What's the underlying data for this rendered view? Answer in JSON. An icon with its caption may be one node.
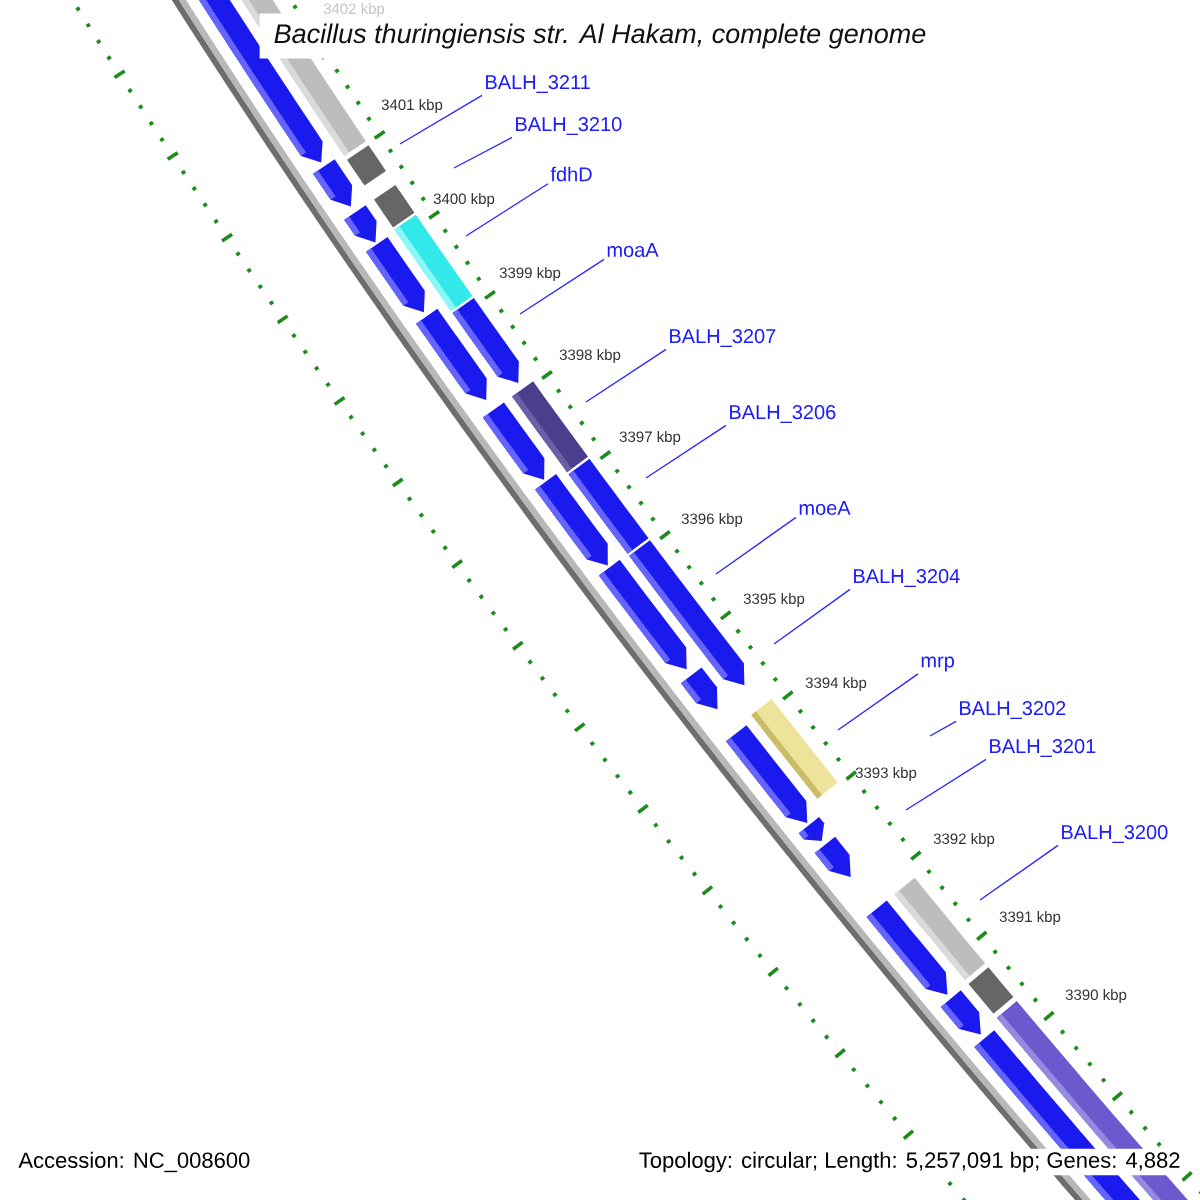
{
  "diagram": {
    "title": "Bacillus thuringiensis str. Al Hakam, complete genome",
    "nodes": [
      {
        "text": [
          "BALH_3211"
        ]
      },
      {
        "text": [
          "BALH_3210"
        ]
      },
      {
        "text": [
          "fdhD"
        ]
      },
      {
        "text": [
          "moaA"
        ]
      },
      {
        "text": [
          "BALH_3207"
        ]
      },
      {
        "text": [
          "BALH_3206"
        ]
      },
      {
        "text": [
          "moeA"
        ]
      },
      {
        "text": [
          "BALH_3204"
        ]
      },
      {
        "text": [
          "mrp"
        ]
      },
      {
        "text": [
          "BALH_3202"
        ]
      },
      {
        "text": [
          "BALH_3201"
        ]
      },
      {
        "text": [
          "BALH_3200"
        ]
      }
    ],
    "edges": [
      {
        "from": 0,
        "to": null,
        "arrow": "none"
      },
      {
        "from": 1,
        "to": null,
        "arrow": "none"
      },
      {
        "from": 2,
        "to": null,
        "arrow": "none"
      },
      {
        "from": 3,
        "to": null,
        "arrow": "none"
      },
      {
        "from": 4,
        "to": null,
        "arrow": "none"
      },
      {
        "from": 5,
        "to": null,
        "arrow": "none"
      },
      {
        "from": 6,
        "to": null,
        "arrow": "none"
      },
      {
        "from": 7,
        "to": null,
        "arrow": "none"
      },
      {
        "from": 8,
        "to": null,
        "arrow": "none"
      },
      {
        "from": 9,
        "to": null,
        "arrow": "none"
      },
      {
        "from": 10,
        "to": null,
        "arrow": "none"
      },
      {
        "from": 11,
        "to": null,
        "arrow": "none"
      }
    ],
    "labels": [
      "3402 kbp",
      "3401 kbp",
      "3400 kbp",
      "3399 kbp",
      "3398 kbp",
      "3397 kbp",
      "3396 kbp",
      "3395 kbp",
      "3394 kbp",
      "3393 kbp",
      "3392 kbp",
      "3391 kbp",
      "3390 kbp",
      "Accession: NC_008600",
      "Topology: circular; Length: 5,257,091 bp; Genes: 4,882"
    ]
  }
}
